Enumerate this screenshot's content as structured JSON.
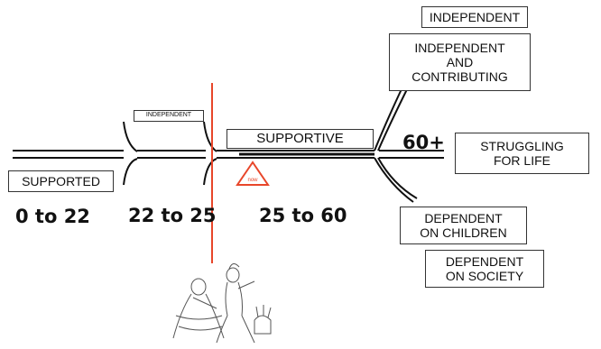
{
  "stages": {
    "supported": "SUPPORTED",
    "independent_small": "INDEPENDENT",
    "supportive": "SUPPORTIVE",
    "independent_top": "INDEPENDENT",
    "independent_contributing": "INDEPENDENT\nAND\nCONTRIBUTING",
    "struggling": "STRUGGLING\nFOR LIFE",
    "dependent_children": "DEPENDENT\nON CHILDREN",
    "dependent_society": "DEPENDENT\nON SOCIETY"
  },
  "ages": {
    "a1": "0 to 22",
    "a2": "22 to 25",
    "a3": "25 to 60",
    "a4": "60+"
  },
  "marker": {
    "label": "now"
  },
  "colors": {
    "now_line": "#e8462a",
    "triangle": "#e8462a",
    "lines": "#111111"
  },
  "illustration": {
    "name": "dancing-couple-sketch"
  }
}
